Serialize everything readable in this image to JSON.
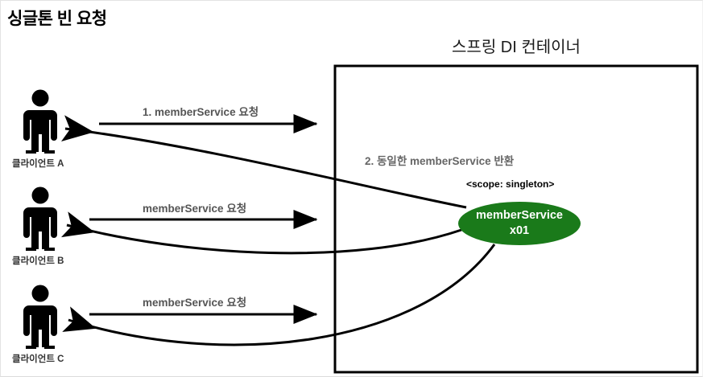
{
  "page": {
    "title": "싱글톤 빈 요청",
    "background_color": "#ffffff"
  },
  "container": {
    "title": "스프링 DI 컨테이너",
    "border_color": "#000000"
  },
  "bean": {
    "name": "memberService",
    "instance_id": "x01",
    "display": "memberService\nx01",
    "scope_label": "<scope: singleton>",
    "fill_color": "#1a7a1a",
    "text_color": "#ffffff"
  },
  "clients": [
    {
      "label": "클라이언트 A",
      "request_label": "1. memberService 요청"
    },
    {
      "label": "클라이언트 B",
      "request_label": "memberService 요청"
    },
    {
      "label": "클라이언트 C",
      "request_label": "memberService 요청"
    }
  ],
  "return_flow": {
    "label": "2. 동일한 memberService 반환"
  }
}
